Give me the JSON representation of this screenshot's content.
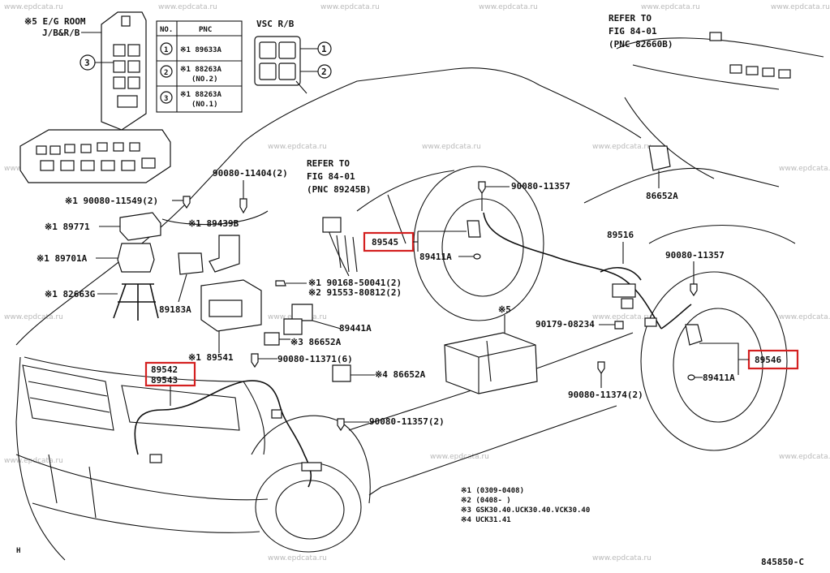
{
  "watermark": "www.epdcata.ru",
  "diagram_code": "845850-C",
  "corner_mark": "H",
  "fuse_box": {
    "note_l1": "※5 E/G ROOM",
    "note_l2": "J/B&R/B",
    "callout": "3"
  },
  "pnc_table": {
    "headers": [
      "NO.",
      "PNC"
    ],
    "rows": [
      {
        "no": "1",
        "pnc": "※1 89633A",
        "sub": ""
      },
      {
        "no": "2",
        "pnc": "※1 88263A",
        "sub": "(NO.2)"
      },
      {
        "no": "3",
        "pnc": "※1 88263A",
        "sub": "(NO.1)"
      }
    ]
  },
  "vsc_rb": {
    "title": "VSC R/B",
    "callouts": [
      "1",
      "2"
    ]
  },
  "refs": {
    "top_right": [
      "REFER TO",
      "FIG 84-01",
      "(PNC 82660B)"
    ],
    "center": [
      "REFER TO",
      "FIG 84-01",
      "(PNC 89245B)"
    ]
  },
  "labels": {
    "l90080_11549": "※1 90080-11549(2)",
    "l90080_11404": "90080-11404(2)",
    "l89771": "※1 89771",
    "l89439b": "※1 89439B",
    "l89701a": "※1 89701A",
    "l82663g": "※1 82663G",
    "l89183a": "89183A",
    "l90168": "※1 90168-50041(2)",
    "l91553": "※2 91553-80812(2)",
    "l89441a": "89441A",
    "l86652a_3": "※3 86652A",
    "l89541": "※1 89541",
    "l90080_11371": "90080-11371(6)",
    "l86652a_4": "※4 86652A",
    "l89542": "89542",
    "l89543": "89543",
    "l90080_11357_b": "90080-11357(2)",
    "l89545": "89545",
    "l89411a_a": "89411A",
    "l90080_11357_a": "90080-11357",
    "l89516": "89516",
    "l86652a_top": "86652A",
    "l90080_11357_c": "90080-11357",
    "l90179": "90179-08234",
    "l89546": "89546",
    "l89411a_b": "89411A",
    "l90080_11374": "90080-11374(2)",
    "l_star5": "※5"
  },
  "notes": [
    "※1 (0309-0408)",
    "※2 (0408-    )",
    "※3 GSK30.40.UCK30.40.VCK30.40",
    "※4 UCK31.41"
  ],
  "highlight_color": "#d42020"
}
